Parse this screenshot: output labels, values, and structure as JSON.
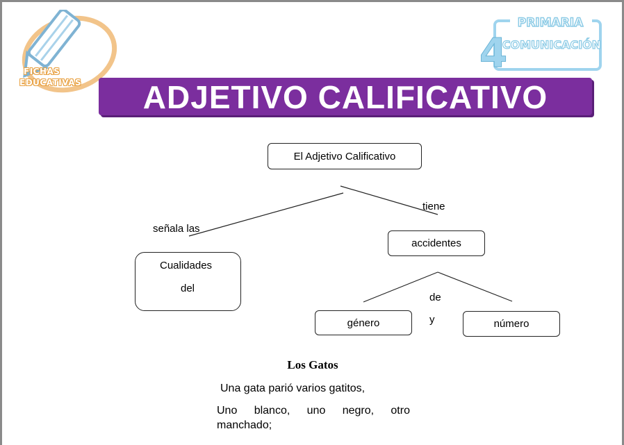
{
  "logo_left": {
    "line1": "FICHAS",
    "line2": "EDUCATIVAS"
  },
  "logo_right": {
    "top": "PRIMARIA",
    "number": "4",
    "bottom": "COMUNICACIÓN"
  },
  "title": "ADJETIVO CALIFICATIVO",
  "diagram": {
    "root": "El Adjetivo Calificativo",
    "left_connector": "señala las",
    "right_connector": "tiene",
    "left_box_line1": "Cualidades",
    "left_box_line2": "del",
    "right_box": "accidentes",
    "sub_connector": "de",
    "sub_joiner": "y",
    "sub_left": "género",
    "sub_right": "número"
  },
  "poem": {
    "title": "Los Gatos",
    "line1": "Una gata parió varios gatitos,",
    "line2_words": [
      "Uno",
      "blanco,",
      "uno",
      "negro,",
      "otro"
    ],
    "line3": "manchado;"
  },
  "colors": {
    "banner": "#7b2e9e",
    "logo_orange": "#e8a040",
    "logo_blue": "#9fd4ee"
  }
}
